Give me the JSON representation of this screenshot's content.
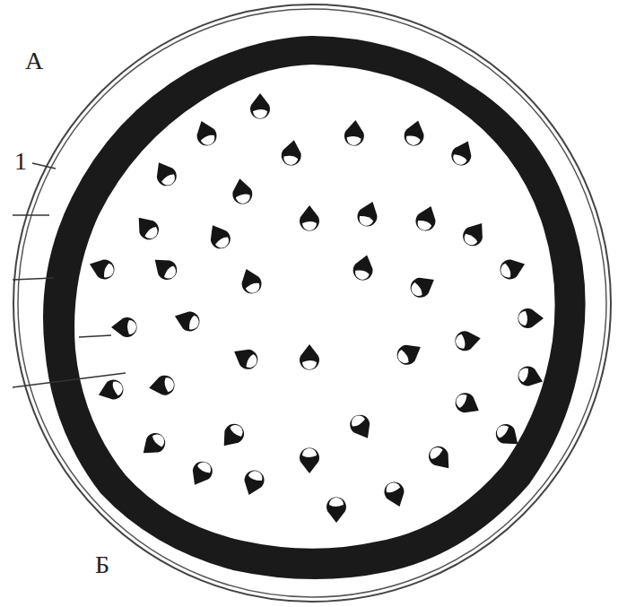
{
  "diagram": {
    "labels": [
      "А",
      "1",
      "Б"
    ]
  }
}
